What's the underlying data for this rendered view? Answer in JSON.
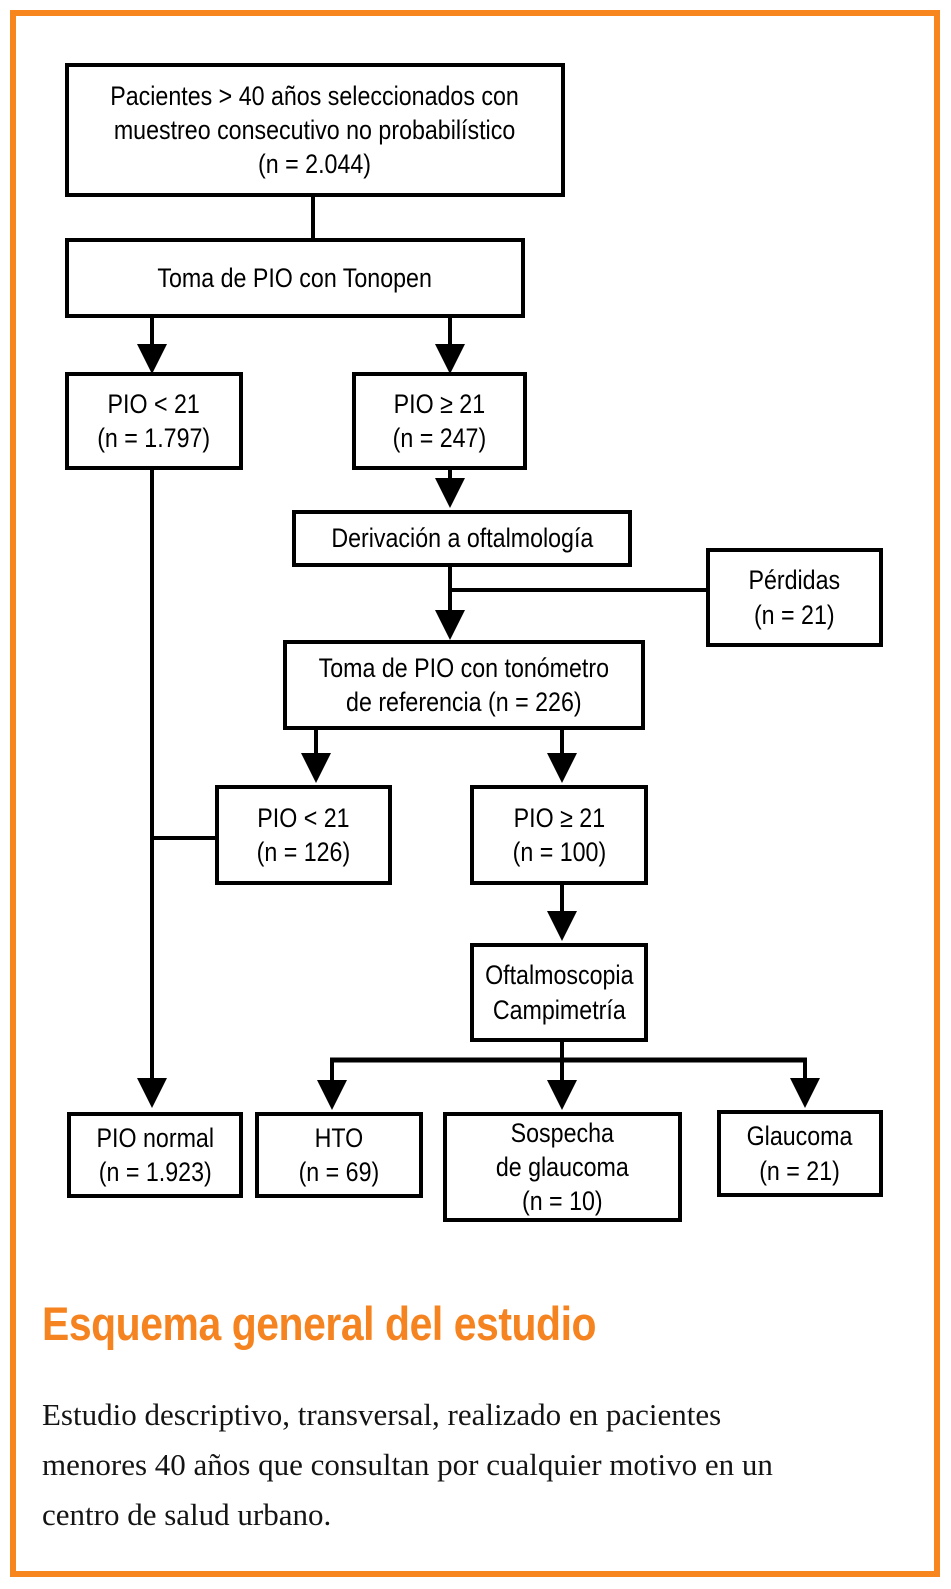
{
  "colors": {
    "frame_orange": "#f6861d",
    "title_orange": "#f5831f",
    "line_black": "#000000"
  },
  "nodes": {
    "patients": {
      "text": "Pacientes > 40 años seleccionados con\nmuestreo consecutivo no probabilístico\n(n = 2.044)"
    },
    "tonopen": {
      "text": "Toma de PIO con Tonopen"
    },
    "pio_lt21_tonopen": {
      "text": "PIO < 21\n(n = 1.797)"
    },
    "pio_ge21_tonopen": {
      "text": "PIO ≥ 21\n(n = 247)"
    },
    "derivacion": {
      "text": "Derivación a oftalmología"
    },
    "perdidas": {
      "text": "Pérdidas\n(n = 21)"
    },
    "tonometro": {
      "text": "Toma de PIO con tonómetro\nde referencia (n = 226)"
    },
    "pio_lt21_ref": {
      "text": "PIO < 21\n(n = 126)"
    },
    "pio_ge21_ref": {
      "text": "PIO ≥ 21\n(n = 100)"
    },
    "oftalmoscopia": {
      "text": "Oftalmoscopia\nCampimetría"
    },
    "pio_normal": {
      "text": "PIO normal\n(n = 1.923)"
    },
    "hto": {
      "text": "HTO\n(n = 69)"
    },
    "sospecha": {
      "text": "Sospecha\nde glaucoma\n(n = 10)"
    },
    "glaucoma": {
      "text": "Glaucoma\n(n = 21)"
    }
  },
  "caption": {
    "title": "Esquema general del estudio",
    "body": "Estudio descriptivo, transversal, realizado en pacientes\nmenores 40 años que consultan por cualquier motivo en un\ncentro de salud urbano."
  }
}
